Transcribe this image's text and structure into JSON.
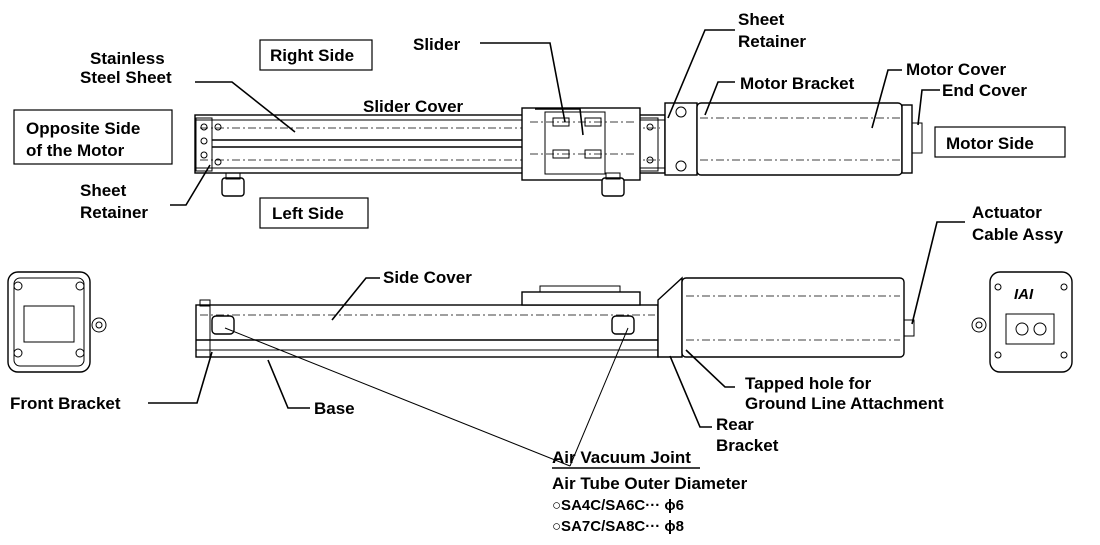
{
  "labels": {
    "stainless_steel_sheet_1": "Stainless",
    "stainless_steel_sheet_2": "Steel Sheet",
    "right_side": "Right Side",
    "slider": "Slider",
    "sheet_retainer_top_1": "Sheet",
    "sheet_retainer_top_2": "Retainer",
    "slider_cover": "Slider Cover",
    "motor_bracket": "Motor Bracket",
    "motor_cover": "Motor Cover",
    "end_cover": "End Cover",
    "opposite_side_1": "Opposite Side",
    "opposite_side_2": "of the Motor",
    "motor_side": "Motor Side",
    "sheet_retainer_left_1": "Sheet",
    "sheet_retainer_left_2": "Retainer",
    "left_side": "Left Side",
    "actuator_cable_1": "Actuator",
    "actuator_cable_2": "Cable Assy",
    "side_cover": "Side Cover",
    "front_bracket": "Front Bracket",
    "base": "Base",
    "tapped_hole_1": "Tapped hole for",
    "tapped_hole_2": "Ground Line Attachment",
    "rear_bracket_1": "Rear",
    "rear_bracket_2": "Bracket",
    "air_vacuum_joint": "Air Vacuum Joint",
    "air_tube_diameter": "Air Tube Outer Diameter",
    "spec_1": "○SA4C/SA6C··· ϕ6",
    "spec_2": "○SA7C/SA8C··· ϕ8",
    "end_logo": "IAI"
  }
}
